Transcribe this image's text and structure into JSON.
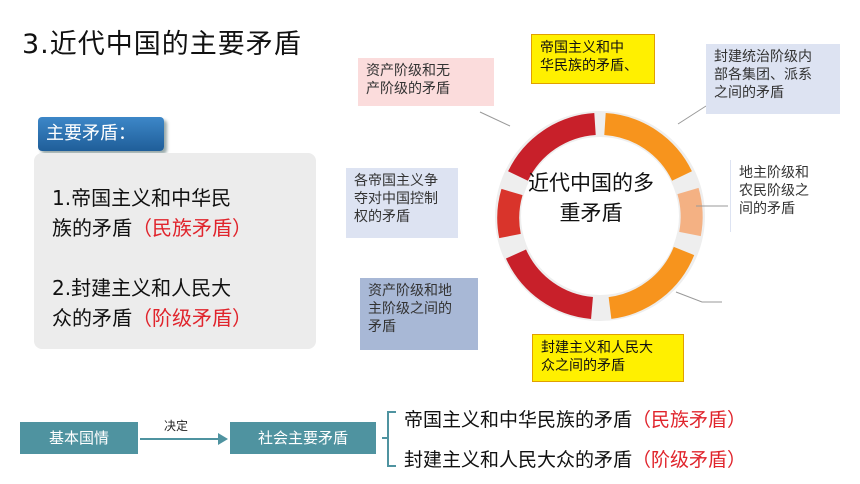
{
  "title": "3.近代中国的主要矛盾",
  "main": {
    "label": "主要矛盾：",
    "item1_line1": "1.帝国主义和中华民",
    "item1_line2": "族的矛盾",
    "item1_tag": "（民族矛盾）",
    "item2_line1": "2.封建主义和人民大",
    "item2_line2": "众的矛盾",
    "item2_tag": "（阶级矛盾）"
  },
  "diagram": {
    "center_line1": "近代中国的多",
    "center_line2": "重矛盾",
    "notes": {
      "top_left_1": "资产阶级和无",
      "top_left_2": "产阶级的矛盾",
      "top_center_1": "帝国主义和中",
      "top_center_2": "华民族的矛盾、",
      "top_right_1": "封建统治阶级内",
      "top_right_2": "部各集团、派系",
      "top_right_3": "之间的矛盾",
      "mid_left_1": "各帝国主义争",
      "mid_left_2": "夺对中国控制",
      "mid_left_3": "权的矛盾",
      "mid_right_1": "地主阶级和",
      "mid_right_2": "农民阶级之",
      "mid_right_3": "间的矛盾",
      "bot_left_1": "资产阶级和地",
      "bot_left_2": "主阶级之间的",
      "bot_left_3": "矛盾",
      "bot_center_1": "封建主义和人民大",
      "bot_center_2": "众之间的矛盾"
    },
    "colors": {
      "ring_red": "#c8202a",
      "ring_orange": "#f7941d",
      "ring_light": "#f4b183"
    }
  },
  "flow": {
    "box1": "基本国情",
    "arrow_label": "决定",
    "box2": "社会主要矛盾",
    "line1": "帝国主义和中华民族的矛盾",
    "line1_tag": "（民族矛盾）",
    "line2": "封建主义和人民大众的矛盾",
    "line2_tag": "（阶级矛盾）"
  }
}
